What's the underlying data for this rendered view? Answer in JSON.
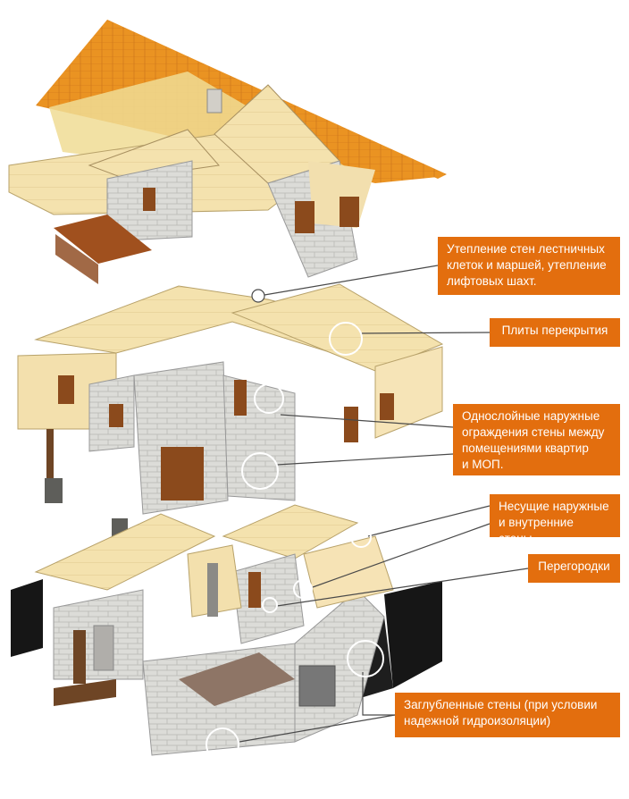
{
  "colors": {
    "callout_bg": "#e36e0e",
    "callout_text": "#ffffff",
    "leader_line": "#4a4a4a",
    "roof": "#e9921f",
    "wall_block": "#d9d9d6",
    "wall_cream": "#f6e3b5",
    "floor_slab": "#f3e1ad",
    "basement_wall": "#161616"
  },
  "callouts": [
    {
      "lines": [
        "Утепление стен лестничных",
        "клеток и маршей, утепление",
        "лифтовых шахт."
      ]
    },
    {
      "lines": [
        "Плиты перекрытия"
      ]
    },
    {
      "lines": [
        "Однослойные наружные",
        "ограждения стены между",
        "помещениями квартир",
        "и МОП."
      ]
    },
    {
      "lines": [
        "Несущие наружные",
        "и внутренние стены."
      ]
    },
    {
      "lines": [
        "Перегородки"
      ]
    },
    {
      "lines": [
        "Заглубленные стены (при условии",
        "надежной гидроизоляции)"
      ]
    }
  ]
}
